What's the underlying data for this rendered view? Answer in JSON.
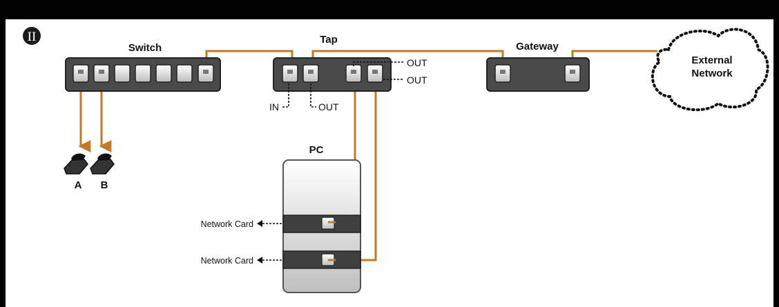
{
  "figure": {
    "badge": "II",
    "devices": {
      "switch": "Switch",
      "tap": "Tap",
      "gateway": "Gateway",
      "external_line1": "External",
      "external_line2": "Network",
      "pc": "PC"
    },
    "tap_ports": {
      "in": "IN",
      "out_bottom": "OUT",
      "out_top": "OUT",
      "out_right": "OUT"
    },
    "phones": [
      "A",
      "B"
    ],
    "network_cards": [
      "Network Card",
      "Network Card"
    ],
    "colors": {
      "cable": "#C47A22",
      "device_body": "#4A4A4A",
      "port_face": "#E6E6E6",
      "background": "#FFFFFF",
      "frame": "#000000"
    }
  }
}
